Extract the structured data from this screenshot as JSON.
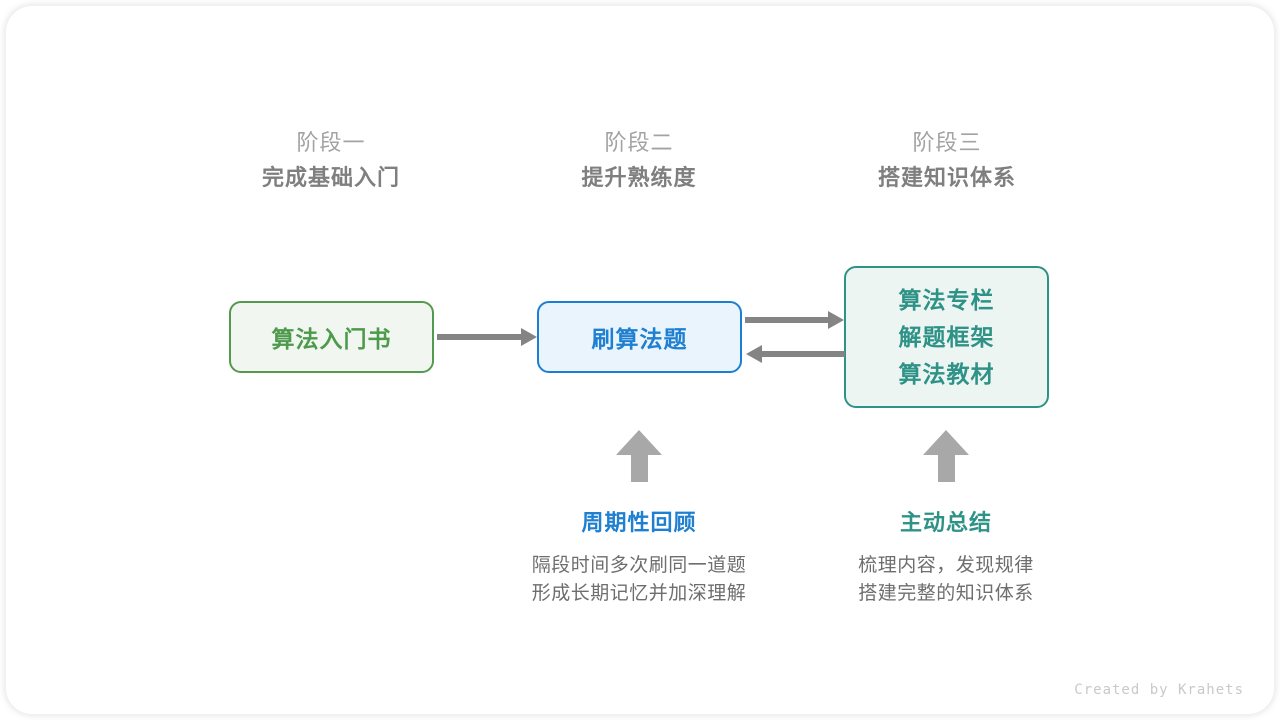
{
  "stages": [
    {
      "sub": "阶段一",
      "title": "完成基础入门"
    },
    {
      "sub": "阶段二",
      "title": "提升熟练度"
    },
    {
      "sub": "阶段三",
      "title": "搭建知识体系"
    }
  ],
  "nodes": {
    "book": {
      "label": "算法入门书",
      "color": "#4d9a4d",
      "fill": "#f1f7f0",
      "border": "#549a4e"
    },
    "practice": {
      "label": "刷算法题",
      "color": "#1f7fd0",
      "fill": "#eaf4fc",
      "border": "#1a7fd4"
    },
    "knowledge": {
      "lines": [
        "算法专栏",
        "解题框架",
        "算法教材"
      ],
      "color": "#2e9287",
      "fill": "#edf5f3",
      "border": "#2e9287"
    }
  },
  "annotations": [
    {
      "title": "周期性回顾",
      "line1": "隔段时间多次刷同一道题",
      "line2": "形成长期记忆并加深理解",
      "color": "#1f7fd0"
    },
    {
      "title": "主动总结",
      "line1": "梳理内容，发现规律",
      "line2": "搭建完整的知识体系",
      "color": "#2e9287"
    }
  ],
  "arrows": {
    "book_to_practice": "right",
    "practice_to_knowledge": "right",
    "knowledge_to_practice": "left",
    "color": "#848484"
  },
  "footer": {
    "credit": "Created by Krahets"
  }
}
